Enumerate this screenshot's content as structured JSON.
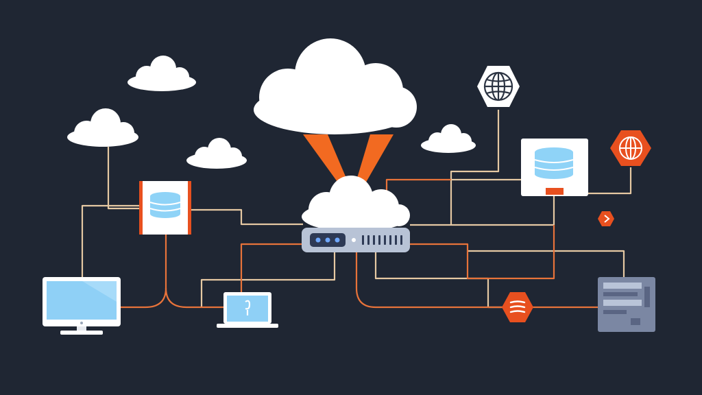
{
  "diagram": {
    "kind": "network-topology",
    "colors": {
      "background": "#1f2633",
      "link_beige": "#e6c9a3",
      "link_orange": "#e8733a",
      "beam_orange": "#f26a21",
      "cloud_white": "#ffffff",
      "database_blue": "#8fd3f7",
      "database_stripe": "#5ab4e6",
      "screen_blue": "#8fd0f6",
      "router_body": "#b8c3d6",
      "router_panel": "#2e3a55",
      "led_blue": "#6fa8ff",
      "server_gray": "#7b87a3",
      "badge_orange": "#e8501f",
      "globe_outline": "#2b3342"
    },
    "nodes": [
      {
        "id": "cloud-main",
        "icon": "cloud-icon"
      },
      {
        "id": "cloud-left-top",
        "icon": "cloud-icon"
      },
      {
        "id": "cloud-left",
        "icon": "cloud-icon"
      },
      {
        "id": "cloud-mid-left",
        "icon": "cloud-icon"
      },
      {
        "id": "cloud-right",
        "icon": "cloud-icon"
      },
      {
        "id": "router",
        "icon": "router-icon"
      },
      {
        "id": "database-left",
        "icon": "database-icon"
      },
      {
        "id": "database-right",
        "icon": "database-icon"
      },
      {
        "id": "globe-top",
        "icon": "globe-icon"
      },
      {
        "id": "globe-right",
        "icon": "globe-icon"
      },
      {
        "id": "desktop",
        "icon": "desktop-monitor-icon"
      },
      {
        "id": "laptop",
        "icon": "laptop-icon"
      },
      {
        "id": "server",
        "icon": "server-tower-icon"
      },
      {
        "id": "rss-badge",
        "icon": "rss-feed-icon"
      },
      {
        "id": "arrow-badge",
        "icon": "chevron-right-icon"
      }
    ]
  }
}
